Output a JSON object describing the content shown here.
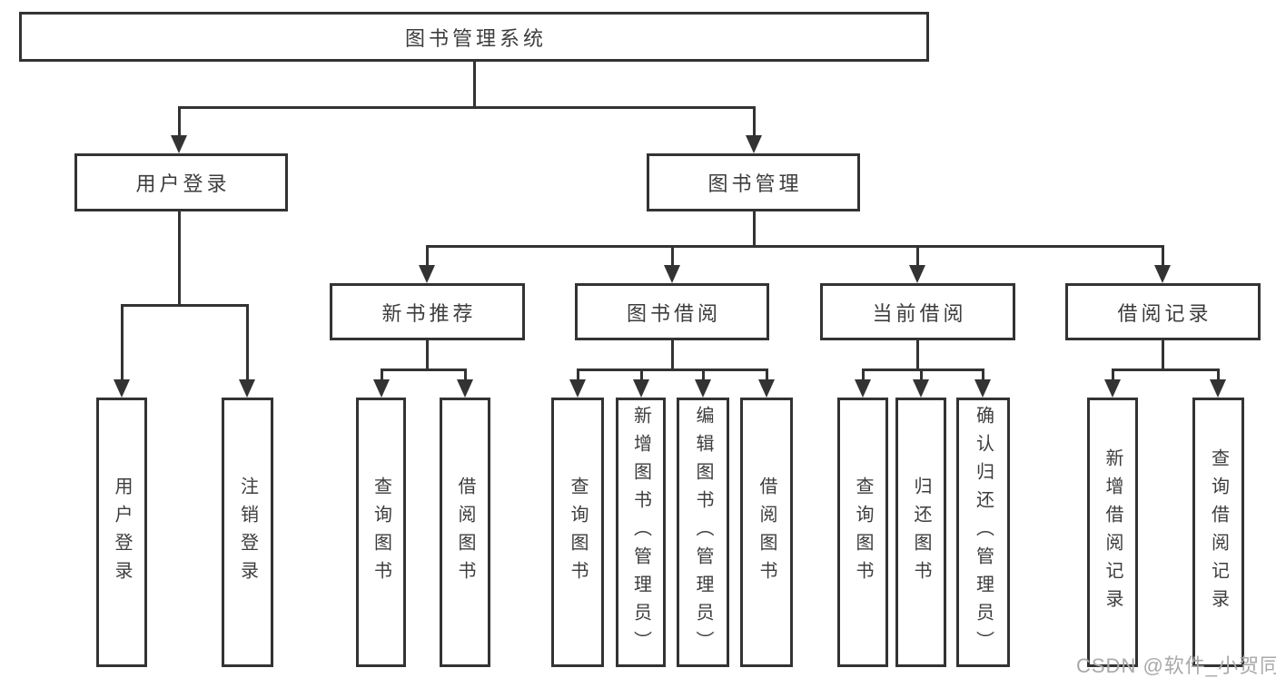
{
  "diagram": {
    "title": "图书管理系统",
    "level2": [
      {
        "label": "用户登录"
      },
      {
        "label": "图书管理"
      }
    ],
    "level3": [
      {
        "label": "新书推荐"
      },
      {
        "label": "图书借阅"
      },
      {
        "label": "当前借阅"
      },
      {
        "label": "借阅记录"
      }
    ],
    "leaves": [
      {
        "label": "用户登录"
      },
      {
        "label": "注销登录"
      },
      {
        "label": "查询图书"
      },
      {
        "label": "借阅图书"
      },
      {
        "label": "查询图书"
      },
      {
        "label": "新增图书（管理员）"
      },
      {
        "label": "编辑图书（管理员）"
      },
      {
        "label": "借阅图书"
      },
      {
        "label": "查询图书"
      },
      {
        "label": "归还图书"
      },
      {
        "label": "确认归还（管理员）"
      },
      {
        "label": "新增借阅记录"
      },
      {
        "label": "查询借阅记录"
      }
    ],
    "colors": {
      "line": "#333333",
      "text": "#3d3d3d",
      "background": "#ffffff",
      "watermark": "#a9a9a9"
    }
  },
  "watermark": {
    "text": "CSDN @软件_小贺同学"
  }
}
